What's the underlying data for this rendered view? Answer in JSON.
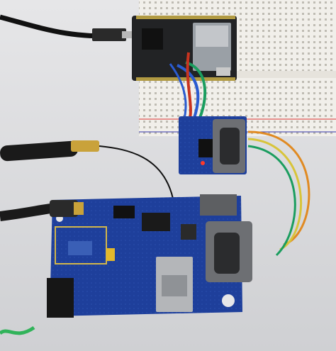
{
  "photo": {
    "colors": {
      "table": "#dcdde0",
      "breadboard": "#f1efea",
      "pcb_blue": "#1e3f9b",
      "nodemcu_black": "#222325",
      "wire_green": "#1b9d5f",
      "wire_blue": "#2a5bd0",
      "wire_red": "#c8331f",
      "wire_orange": "#e08a22",
      "wire_yellow": "#d8c43a",
      "brass": "#c9a23a"
    },
    "icons": [
      "nodemcu-board",
      "breadboard",
      "rs232-adapter",
      "gsm-modem-board",
      "antenna",
      "sim-slot",
      "db9-connector",
      "usb-cable",
      "power-jack"
    ]
  }
}
